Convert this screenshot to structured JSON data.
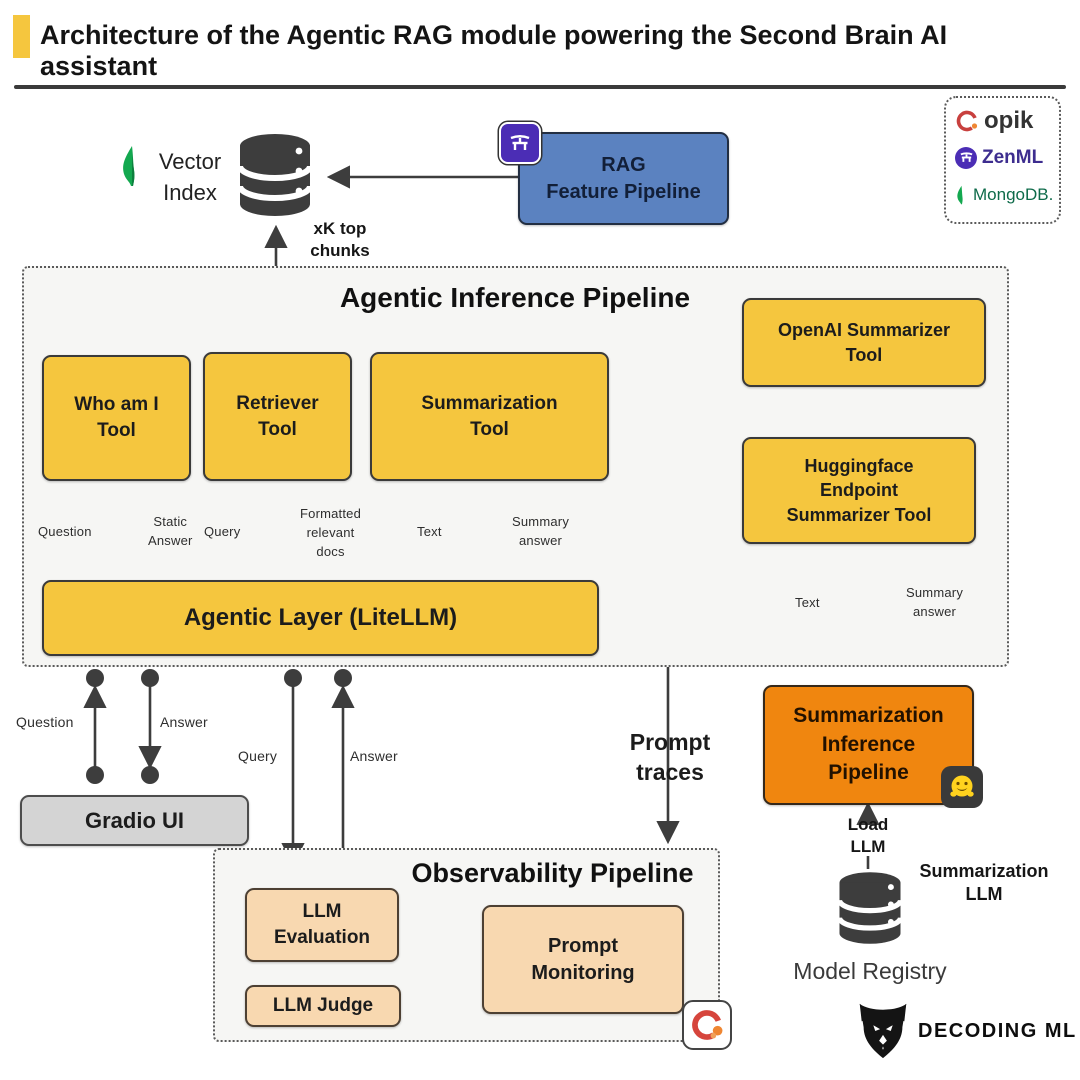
{
  "header": {
    "title": "Architecture of the Agentic RAG module powering the Second Brain AI assistant"
  },
  "colors": {
    "accent_yellow": "#f5c63e",
    "pipeline_blue": "#5b82c0",
    "inference_orange": "#f0860f",
    "observability_peach": "#f8d8b0",
    "arrow_gray": "#3d3d3d",
    "mongodb_green": "#13aa52",
    "zenml_purple": "#4b2db5",
    "opik_red": "#c8403e"
  },
  "top": {
    "vector_index_label": "Vector\nIndex",
    "rag_pipeline_label": "RAG\nFeature Pipeline",
    "chunks_label": "xK top\nchunks"
  },
  "logo_panel": {
    "opik": "opik",
    "zenml": "ZenML",
    "mongodb": "MongoDB."
  },
  "inference_pipeline": {
    "title": "Agentic Inference Pipeline",
    "who_am_i_tool": "Who am I\nTool",
    "retriever_tool": "Retriever\nTool",
    "summarization_tool": "Summarization\nTool",
    "openai_summarizer_tool": "OpenAI Summarizer\nTool",
    "huggingface_tool": "Huggingface\nEndpoint\nSummarizer Tool",
    "agentic_layer": "Agentic Layer (LiteLLM)",
    "labels": {
      "question": "Question",
      "static_answer": "Static\nAnswer",
      "query": "Query",
      "formatted_docs": "Formatted\nrelevant\ndocs",
      "text": "Text",
      "summary_answer": "Summary\nanswer",
      "hf_text": "Text",
      "hf_summary_answer": "Summary\nanswer"
    }
  },
  "bottom_left": {
    "question": "Question",
    "answer": "Answer",
    "query": "Query",
    "answer2": "Answer",
    "gradio_ui": "Gradio UI"
  },
  "observability": {
    "title": "Observability Pipeline",
    "llm_evaluation": "LLM\nEvaluation",
    "llm_judge": "LLM Judge",
    "prompt_monitoring": "Prompt\nMonitoring",
    "prompt_traces": "Prompt\ntraces"
  },
  "right_column": {
    "summarization_inference_pipeline": "Summarization\nInference\nPipeline",
    "load_llm": "Load\nLLM",
    "model_registry": "Model Registry",
    "summarization_llm": "Summarization\nLLM"
  },
  "footer": {
    "brand": "DECODING ML"
  }
}
